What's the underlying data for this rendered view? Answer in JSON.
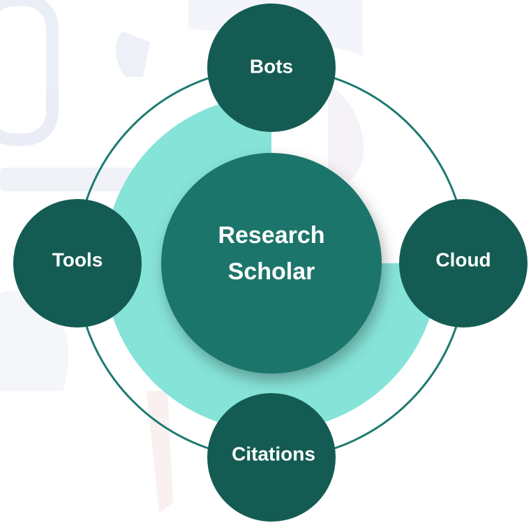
{
  "center": {
    "line1": "Research",
    "line2": "Scholar"
  },
  "nodes": {
    "top": "Bots",
    "left": "Tools",
    "right": "Cloud",
    "bottom": "Citations"
  },
  "colors": {
    "node_dark": "#145c53",
    "center": "#1b756b",
    "ring": "#1d7a6f",
    "accent_fill": "#86e3d8",
    "background_art": "#eef1f8"
  }
}
